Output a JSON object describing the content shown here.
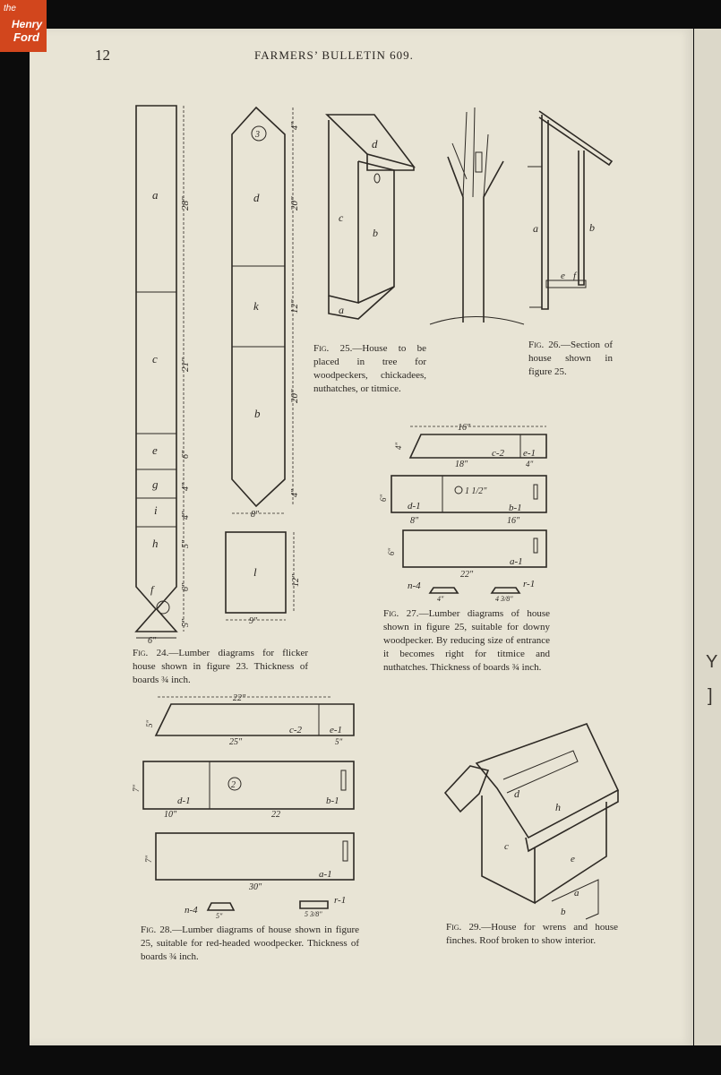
{
  "logo": {
    "line1": "the",
    "line2": "Henry",
    "line3": "Ford"
  },
  "header": {
    "page_number": "12",
    "running_head": "FARMERS’ BULLETIN 609."
  },
  "captions": {
    "fig24": {
      "label": "Fig. 24.",
      "text": "—Lumber diagrams for flicker house shown in figure 23. Thickness of boards ¾ inch."
    },
    "fig25": {
      "label": "Fig. 25.",
      "text": "—House to be placed in tree for woodpeckers, chickadees, nuthatches, or titmice."
    },
    "fig26": {
      "label": "Fig. 26.",
      "text": "—Section of house shown in figure 25."
    },
    "fig27": {
      "label": "Fig. 27.",
      "text": "—Lumber diagrams of house shown in figure 25, suitable for downy woodpecker. By reducing size of entrance it becomes right for titmice and nuthatches. Thickness of boards ¾ inch."
    },
    "fig28": {
      "label": "Fig. 28.",
      "text": "—Lumber diagrams of house shown in figure 25, suitable for red-headed woodpecker. Thickness of boards ¾ inch."
    },
    "fig29": {
      "label": "Fig. 29.",
      "text": "—House for wrens and house finches. Roof broken to show interior."
    }
  },
  "fig24": {
    "board_left_labels": [
      "a",
      "c",
      "e",
      "g",
      "i",
      "h",
      "f"
    ],
    "board_left_dims": [
      "28\"",
      "21\"",
      "6\"",
      "4\"",
      "4\"",
      "5\"",
      "6\"",
      "5\""
    ],
    "board_left_width": "6\"",
    "board_right_labels": [
      "d",
      "k",
      "b",
      "l"
    ],
    "board_right_dims": [
      "4\"",
      "20\"",
      "12\"",
      "20\"",
      "4\"",
      "12\""
    ],
    "board_right_widths": [
      "8\"",
      "9\""
    ],
    "hole_label": "3"
  },
  "fig25_labels": [
    "d",
    "c",
    "b",
    "a"
  ],
  "fig26_labels": [
    "a",
    "b",
    "e",
    "f"
  ],
  "fig27": {
    "dims": [
      "16\"",
      "18\"",
      "4\"",
      "8\"",
      "16\"",
      "22\"",
      "4\"",
      "4 3/8\"",
      "4\"",
      "6\"",
      "6\"",
      "1 1/2\""
    ],
    "labels": [
      "c-2",
      "e-1",
      "d-1",
      "b-1",
      "a-1",
      "n-4",
      "r-1"
    ]
  },
  "fig28": {
    "dims": [
      "22\"",
      "25\"",
      "5\"",
      "10\"",
      "22",
      "30\"",
      "5\"",
      "5 3/8\"",
      "5\"",
      "7\"",
      "7\""
    ],
    "labels": [
      "c-2",
      "e-1",
      "d-1",
      "b-1",
      "a-1",
      "n-4",
      "r-1"
    ],
    "hole_label": "2"
  },
  "fig29_labels": [
    "d",
    "h",
    "c",
    "e",
    "a",
    "b"
  ],
  "margin_marks": [
    "Y",
    "]"
  ]
}
